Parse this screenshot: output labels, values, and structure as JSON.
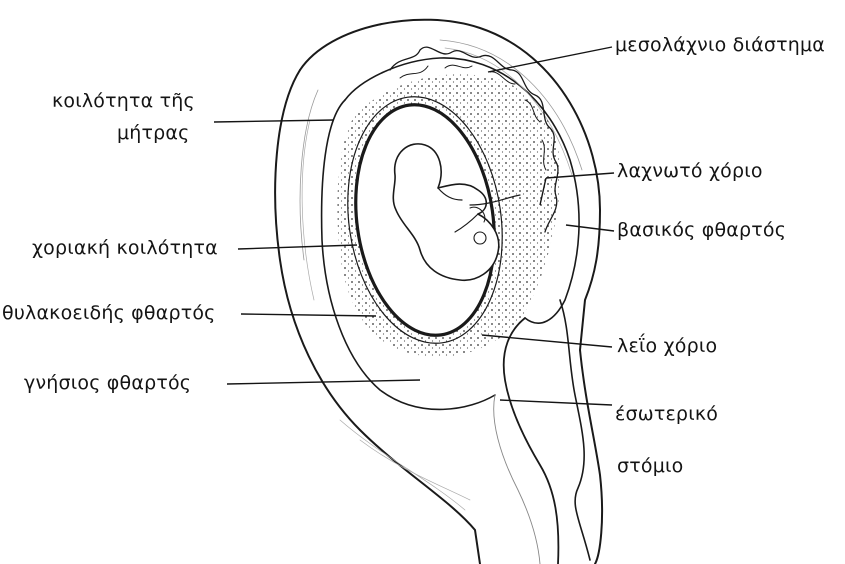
{
  "labels": {
    "mesolachnio": "μεσολάχνιο διάστημα",
    "koilotita_line1": "κοιλότητα τῆς",
    "koilotita_line2": "μήτρας",
    "lachnoto": "λαχνωτό χόριο",
    "basikos": "βασικός φθαρτός",
    "choriaki": "χοριακή κοιλότητα",
    "thylakoeidis": "θυλακοειδής φθαρτός",
    "leio": "λεΐο χόριο",
    "gnisios": "γνήσιος φθαρτός",
    "esoteriko_line1": "έσωτερικό",
    "esoteriko_line2": "στόμιο"
  },
  "colors": {
    "ink": "#141414",
    "background": "#ffffff"
  }
}
